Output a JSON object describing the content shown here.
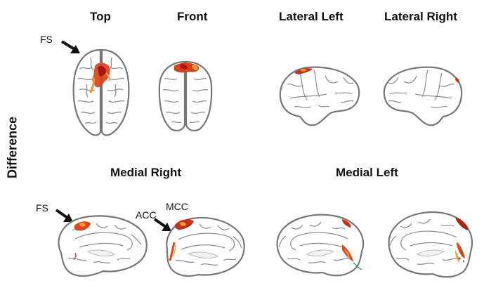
{
  "row_label": "Difference",
  "top_row": {
    "headings": [
      "Top",
      "Front",
      "Lateral Left",
      "Lateral Right"
    ]
  },
  "bottom_row": {
    "headings": [
      "Medial Right",
      "Medial Left"
    ]
  },
  "annotations": {
    "fs_top": "FS",
    "fs_medial": "FS",
    "acc": "ACC",
    "mcc": "MCC"
  },
  "colors": {
    "outline": "#7a7a7a",
    "sulci": "#8c8c8c",
    "activation_dark": "#b4200e",
    "activation_mid": "#e0451a",
    "activation_light": "#f59a3c",
    "arrow": "#111111"
  },
  "icons": {
    "brain_views": [
      "brain-top-view",
      "brain-front-view",
      "brain-lateral-left-view",
      "brain-lateral-right-view",
      "brain-medial-right-view-a",
      "brain-medial-right-view-b",
      "brain-medial-left-view-a",
      "brain-medial-left-view-b"
    ],
    "arrows": [
      "arrow-right-down-icon"
    ]
  }
}
